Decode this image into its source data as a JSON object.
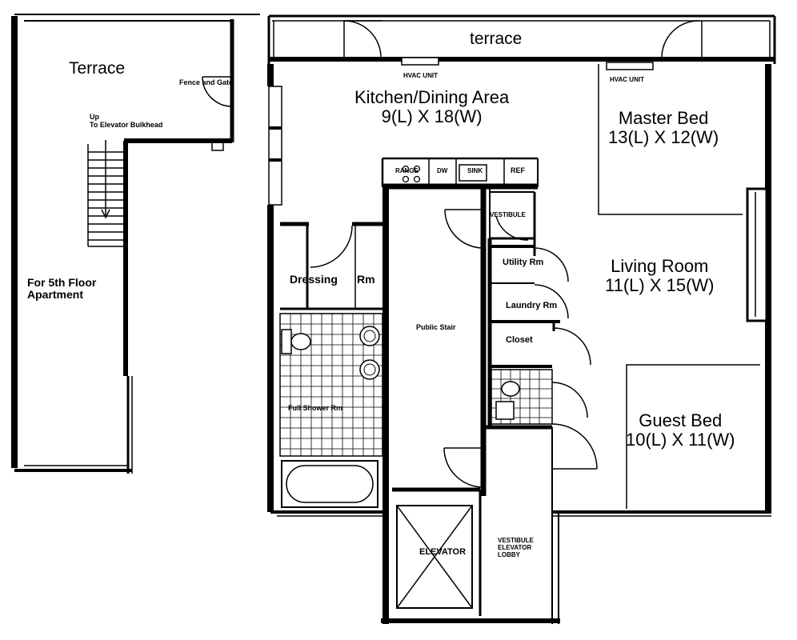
{
  "left": {
    "terrace": "Terrace",
    "fence_gate": "Fence and Gate",
    "up_line1": "Up",
    "up_line2": "To Elevator Bulkhead",
    "for_line1": "For 5th Floor",
    "for_line2": "Apartment"
  },
  "top_terrace": "terrace",
  "hvac1": "HVAC UNIT",
  "hvac2": "HVAC UNIT",
  "kitchen": {
    "name": "Kitchen/Dining Area",
    "dims": "9(L) X 18(W)"
  },
  "master": {
    "name": "Master Bed",
    "dims": "13(L) X 12(W)"
  },
  "living": {
    "name": "Living Room",
    "dims": "11(L) X 15(W)"
  },
  "guest": {
    "name": "Guest Bed",
    "dims": "10(L) X 11(W)"
  },
  "appliances": {
    "range": "RANGE",
    "dw": "DW",
    "sink": "SINK",
    "ref": "REF"
  },
  "vestibule": "VESTIBULE",
  "dressing": "Dressing",
  "rm": "Rm",
  "bath": "Full Shower Rm",
  "public_stair": "Public Stair",
  "utility": "Utility Rm",
  "laundry": "Laundry Rm",
  "closet": "Closet",
  "elevator": "ELEVATOR",
  "vest_lobby": {
    "l1": "VESTIBULE",
    "l2": "ELEVATOR",
    "l3": "LOBBY"
  }
}
